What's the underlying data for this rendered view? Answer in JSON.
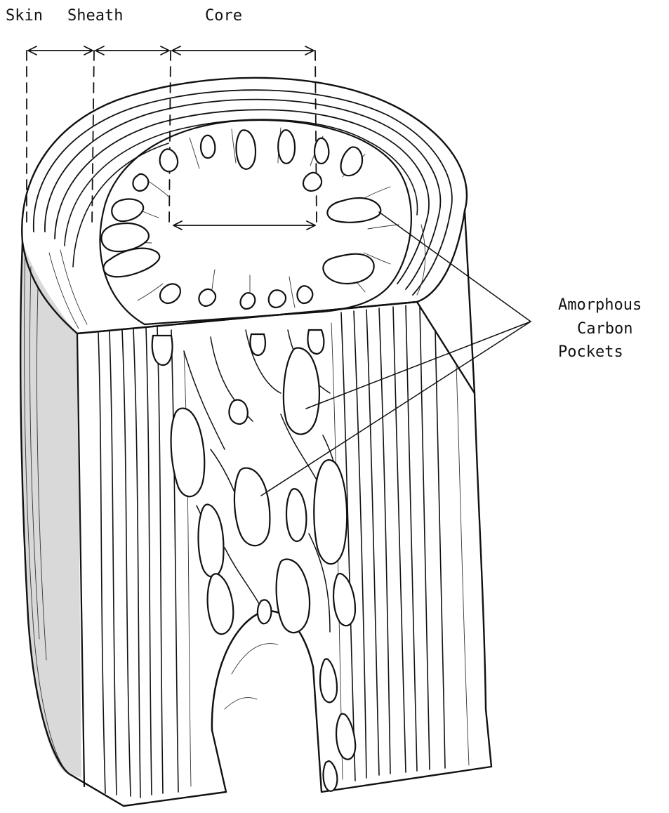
{
  "labels": {
    "skin": "Skin",
    "sheath": "Sheath",
    "core": "Core",
    "pockets_line1": "Amorphous",
    "pockets_line2": "Carbon",
    "pockets_line3": "Pockets"
  },
  "colors": {
    "ink": "#111111",
    "background": "#ffffff",
    "shading": "#444444"
  }
}
